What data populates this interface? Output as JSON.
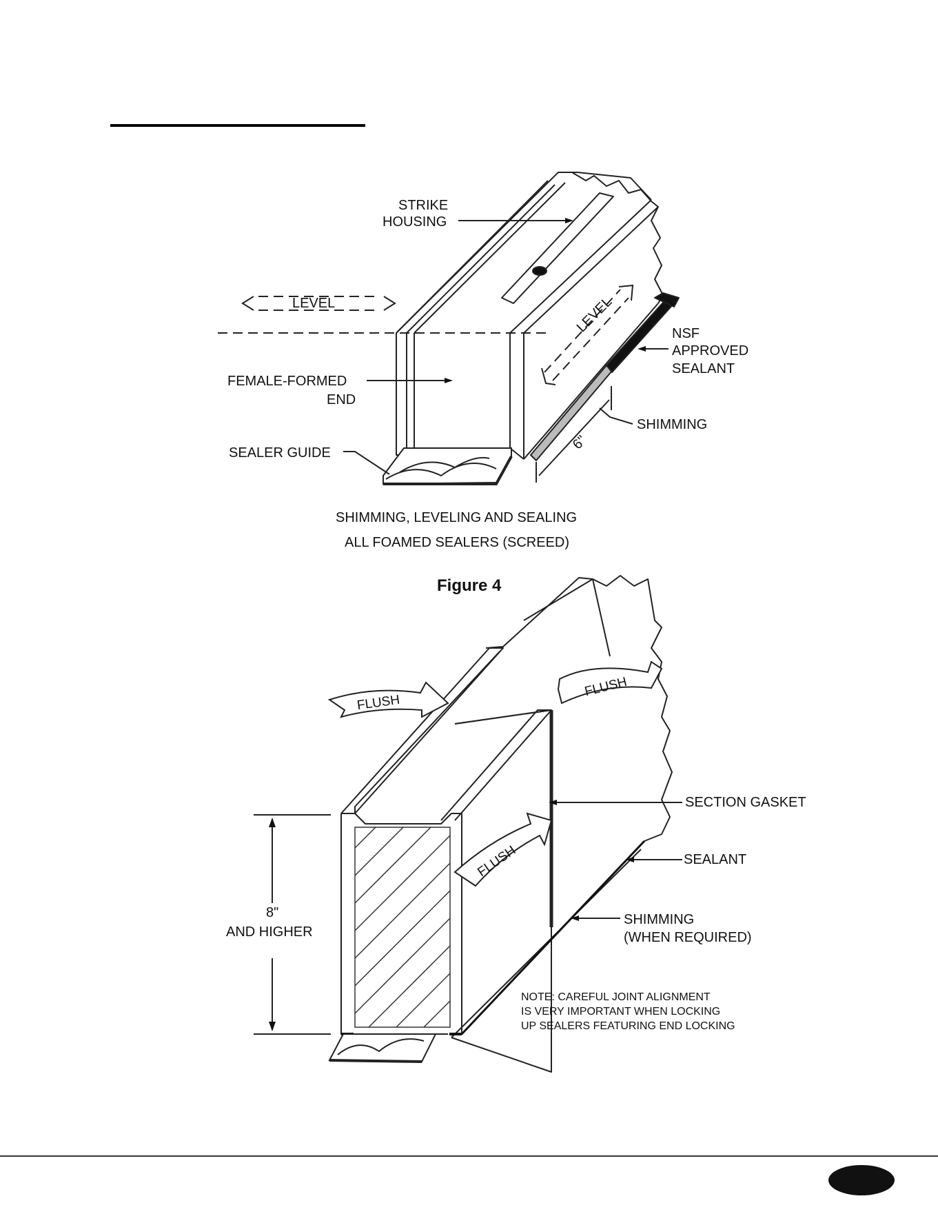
{
  "figure4": {
    "labels": {
      "strike_1": "STRIKE",
      "strike_2": "HOUSING",
      "level_left": "LEVEL",
      "level_right": "LEVEL",
      "female_1": "FEMALE-FORMED",
      "female_2": "END",
      "sealer_guide": "SEALER GUIDE",
      "nsf_1": "NSF",
      "nsf_2": "APPROVED",
      "nsf_3": "SEALANT",
      "shimming": "SHIMMING",
      "six_inch": "6\""
    },
    "caption_1": "SHIMMING, LEVELING AND SEALING",
    "caption_2": "ALL FOAMED SEALERS (SCREED)",
    "title": "Figure 4"
  },
  "figure5": {
    "labels": {
      "flush_left": "FLUSH",
      "flush_right": "FLUSH",
      "flush_front": "FLUSH",
      "section_gasket": "SECTION GASKET",
      "sealant": "SEALANT",
      "shimming_1": "SHIMMING",
      "shimming_2": "(WHEN REQUIRED)",
      "height_1": "8\"",
      "height_2": "AND HIGHER"
    },
    "note_1": "NOTE: CAREFUL JOINT ALIGNMENT",
    "note_2": "IS VERY IMPORTANT WHEN LOCKING",
    "note_3": "UP SEALERS FEATURING END LOCKING"
  }
}
